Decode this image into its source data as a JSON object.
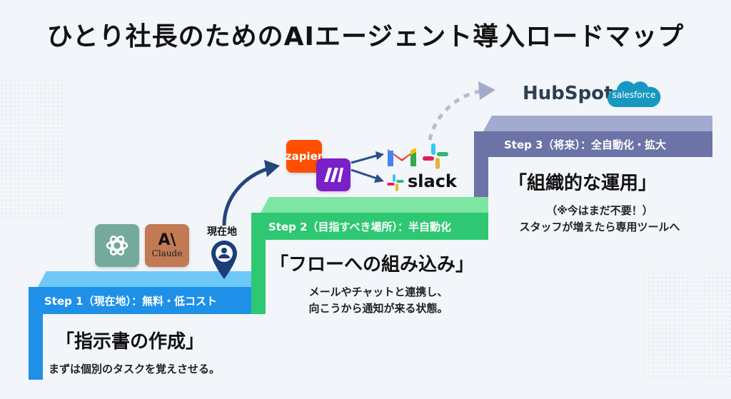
{
  "title": "ひとり社長のためのAIエージェント導入ロードマップ",
  "steps": [
    {
      "label": "Step 1（現在地）：無料・低コスト",
      "heading": "「指示書の作成」",
      "desc": [
        "まずは個別のタスクを覚えさせる。"
      ],
      "color": "#1e90e8",
      "top_color": "#53b8f5"
    },
    {
      "label": "Step 2（目指すべき場所）：半自動化",
      "heading": "「フローへの組み込み」",
      "desc": [
        "メールやチャットと連携し、",
        "向こうから通知が来る状態。"
      ],
      "color": "#2ec872",
      "top_color": "#6fe39a"
    },
    {
      "label": "Step 3（将来）：全自動化・拡大",
      "heading": "「組織的な運用」",
      "desc": [
        "（※今はまだ不要！）",
        "スタッフが増えたら専用ツールへ"
      ],
      "color": "#6c73a6",
      "top_color": "#9aa0c8"
    }
  ],
  "logos": {
    "claude": "Claude",
    "current_location": "現在地",
    "zapier": "zapier",
    "slack": "slack",
    "hubspot": "HubSpot",
    "salesforce": "salesforce"
  },
  "icons": [
    "chatgpt-icon",
    "claude-icon",
    "location-pin-icon",
    "zapier-icon",
    "make-icon",
    "gmail-icon",
    "slack-icon",
    "hubspot-icon",
    "salesforce-icon"
  ]
}
